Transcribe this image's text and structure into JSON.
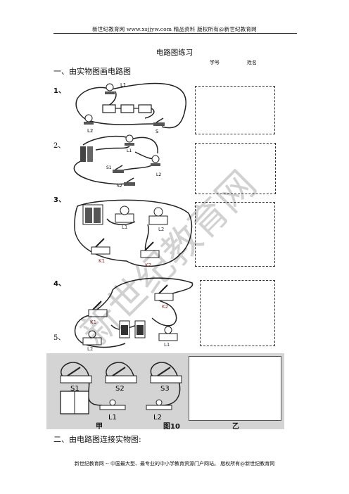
{
  "header": {
    "text": "新世纪教育网   www.xsjjyw.com   精品资料  版权所有@新世纪教育网"
  },
  "title": "电路图练习",
  "meta": {
    "student_id": "学号",
    "name": "姓名"
  },
  "section1": "一、由实物图画电路图",
  "items": [
    "1、",
    "2、",
    "3、",
    "4、",
    "5、"
  ],
  "labels": {
    "q1": [
      "L1",
      "L2",
      "S"
    ],
    "q2": [
      "L1",
      "L2",
      "S1",
      "S2"
    ],
    "q3": [
      "L1",
      "L2",
      "K1",
      "K2"
    ],
    "q4": [
      "K1",
      "K2",
      "L2",
      "L1"
    ],
    "q5": [
      "S1",
      "S2",
      "S3",
      "L1",
      "L2"
    ]
  },
  "figure": {
    "left": "甲",
    "caption": "图10",
    "right": "乙"
  },
  "section2": "二、由电路图连接实物图:",
  "footer": "新世纪教育网 -- 中国最大型、最专业的中小学教育资源门户网站。      版权所有@新世纪教育网",
  "watermark": "新世纪教育网"
}
